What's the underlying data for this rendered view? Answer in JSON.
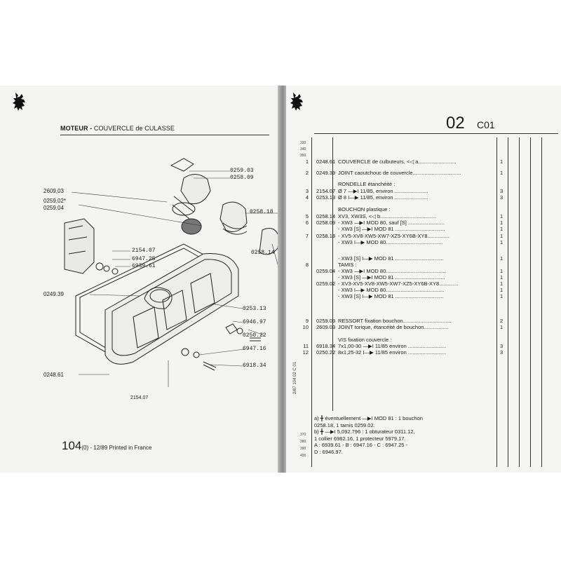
{
  "left_page": {
    "header_moteur": "MOTEUR -",
    "header_couvercle": "COUVERCLE de CULASSE",
    "footer_page": "104",
    "footer_rest": "(0) - 12/89 Printed in France",
    "callouts": {
      "c1": "0259.03",
      "c2": "0258.09",
      "c3": "2609,03",
      "c4": "0259,02*",
      "c5": "0259,04",
      "c6": "0258.18",
      "c7": "0258.14",
      "c8": "2154.07",
      "c9": "6947.25",
      "c10": "6939.61",
      "c11": "0249.39",
      "c12": "0253.13",
      "c13": "6946.97",
      "c14": "0250.22",
      "c15": "6947.16",
      "c16": "6918.34",
      "c17": "0248.61",
      "c18": "2154.07"
    }
  },
  "right_page": {
    "code_main": "02",
    "code_sub": "C01",
    "row_codes_top": [
      "330",
      "340",
      "350"
    ],
    "row_codes_bottom": [
      "370",
      "380",
      "390",
      "400"
    ],
    "side_code": "2/87 104 02 C 01",
    "items": [
      {
        "n": "1",
        "ref": "0248.61",
        "desc": "COUVERCLE de culbuteurs, <◁ a..........................",
        "q": "1"
      },
      {
        "n": "2",
        "ref": "0249.39",
        "desc": "JOINT caoutchouc de couvercle.................................",
        "q": "1"
      },
      {
        "head": "RONDELLE étanchéité :"
      },
      {
        "n": "3",
        "ref": "2154.07",
        "desc": "Ø 7 —▶I 11/85, environ .......................",
        "q": "3"
      },
      {
        "n": "4",
        "ref": "0253.13",
        "desc": "Ø 8 I—▶ 11/85, environ .......................",
        "q": "3"
      },
      {
        "head": "BOUCHON plastique :"
      },
      {
        "n": "5",
        "ref": "0258.14",
        "desc": "XV3, XW3S, <◁ b......................................",
        "q": "1"
      },
      {
        "n": "6",
        "ref": "0258.09",
        "desc": "- XW3 —▶I MOD 80, sauf [S] .........................",
        "q": "1"
      },
      {
        "desc": "- XW3 [S] —▶I MOD 81 ..................................",
        "q": "1"
      },
      {
        "n": "7",
        "ref": "0258.18",
        "desc": "- XV5-XV8-XW5-XW7-XZ5-XY6B-XY8...............",
        "q": "1"
      },
      {
        "desc": "- XW3 I—▶ MOD 80.......................................",
        "q": "1"
      },
      {
        "desc": "- XW3 [S] I—▶ MOD 81 .................................",
        "q": "1"
      },
      {
        "n": "8",
        "head": "TAMIS :"
      },
      {
        "ref": "0259.04",
        "desc": "- XW3 —▶I MOD 80.........................................",
        "q": "1"
      },
      {
        "desc": "- XW3 [S] —▶I MOD 81 ..................................",
        "q": "1"
      },
      {
        "ref": "0259.02",
        "desc": "- XV3-XV5-XV8-XW5-XW7-XZ5-XY6B-XY8.............",
        "q": "1"
      },
      {
        "desc": "- XW3 I—▶ MOD 80........................................",
        "q": "1"
      },
      {
        "desc": "- XW3 [S] I—▶ MOD 81 .................................",
        "q": "1"
      },
      {
        "n": "9",
        "ref": "0259.03",
        "desc": "RESSORT fixation bouchon.................................",
        "q": "2"
      },
      {
        "n": "10",
        "ref": "2609.03",
        "desc": "JOINT torique, étancéité de bouchon.................",
        "q": "1"
      },
      {
        "head": "VIS fixation couvercle :"
      },
      {
        "n": "11",
        "ref": "6918.34",
        "desc": "7x1,00-30 —▶I 11/85 environ ..........................",
        "q": "3"
      },
      {
        "n": "12",
        "ref": "0250.22",
        "desc": "8x1,25-32 I—▶ 11/85 environ ..........................",
        "q": "3"
      }
    ],
    "notes": [
      "a)   ╋  éventuellement —▶I MOD 81 : 1 bouchon",
      "      0258.18, 1 tamis 0259.02.",
      "b)   ╋  —▶I 5,092.796 : 1 obturateur 0311.12,",
      "      1 collier 6982.16, 1 protecteur 5979,17.",
      "A : 6939.61 - B : 6947.16 - C : 6947.25 -",
      "D : 6946.97."
    ]
  },
  "colors": {
    "paper": "#f5f5f3",
    "ink": "#1a1a1a",
    "gutter": "#8a8a8a"
  }
}
